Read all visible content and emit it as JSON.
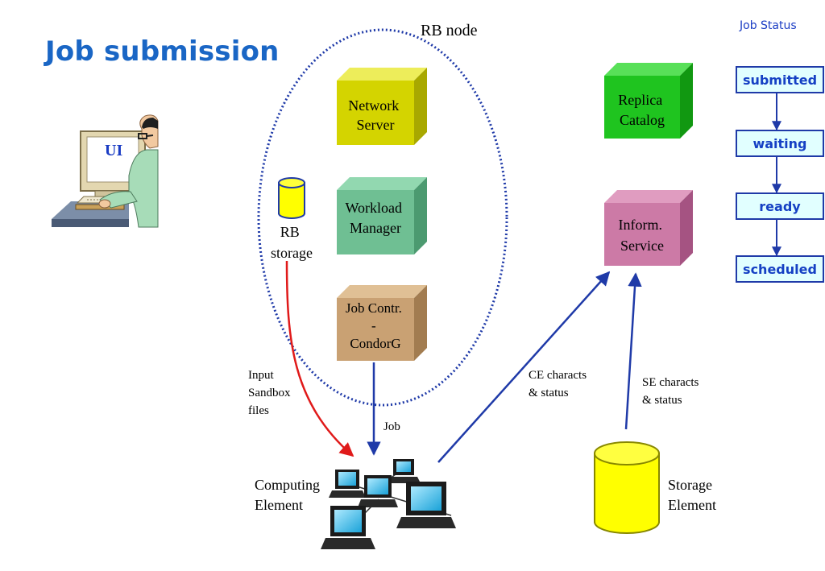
{
  "title": "Job submission",
  "rb_node": {
    "label": "RB node",
    "network_server": [
      "Network",
      "Server"
    ],
    "workload_manager": [
      "Workload",
      "Manager"
    ],
    "job_controller": [
      "Job Contr.",
      "-",
      "CondorG"
    ],
    "storage": [
      "RB",
      "storage"
    ]
  },
  "ui_label": "UI",
  "replica_catalog": [
    "Replica",
    "Catalog"
  ],
  "inform_service": [
    "Inform.",
    "Service"
  ],
  "computing_element": [
    "Computing",
    "Element"
  ],
  "storage_element": [
    "Storage",
    "Element"
  ],
  "edges": {
    "input_sandbox": [
      "Input",
      "Sandbox",
      "files"
    ],
    "job": "Job",
    "ce_characts": [
      "CE characts",
      "& status"
    ],
    "se_characts": [
      "SE characts",
      "& status"
    ]
  },
  "job_status": {
    "heading": "Job Status",
    "states": [
      "submitted",
      "waiting",
      "ready",
      "scheduled"
    ]
  },
  "colors": {
    "title": "#1a66c5",
    "network_server": "#d4d400",
    "workload_manager": "#6fbf93",
    "job_controller": "#c9a173",
    "replica_catalog": "#1fc41f",
    "inform_service": "#cc7aa6",
    "storage_yellow": "#ffff00",
    "status_fill": "#e1ffff",
    "arrow_blue": "#1f3aa8",
    "arrow_red": "#e01a1a"
  }
}
